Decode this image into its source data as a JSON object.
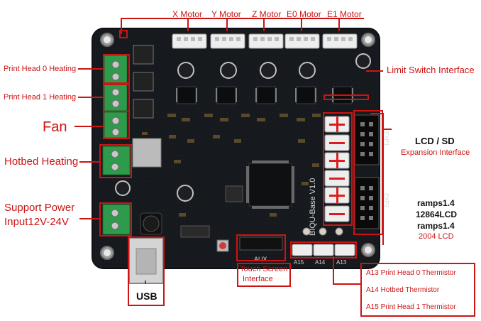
{
  "motors": {
    "x": "X Motor",
    "y": "Y Motor",
    "z": "Z Motor",
    "e0": "E0 Motor",
    "e1": "E1 Motor"
  },
  "left_labels": {
    "head0": "Print Head 0 Heating",
    "head1": "Print Head 1 Heating",
    "fan": "Fan",
    "hotbed": "Hotbed Heating",
    "power_1": "Support Power",
    "power_2": "Input12V-24V"
  },
  "right_labels": {
    "limit": "Limit Switch Interface",
    "lcd_title": "LCD / SD",
    "lcd_sub": "Expansion Interface",
    "ramps1": "ramps1.4",
    "lcd12864": "12864LCD",
    "ramps2": "ramps1.4",
    "lcd2004": "2004 LCD"
  },
  "bottom_labels": {
    "usb": "USB",
    "touch_1": "Touch Screen",
    "touch_2": "Interface",
    "a13": "A13 Print Head 0 Thermistor",
    "a14": "A14 Hotbed Thermistor",
    "a15": "A15 Print Head 1 Thermistor"
  },
  "board": {
    "brand": "BIQU-Base V1.0",
    "aux": "AUX",
    "a15": "A15",
    "a14": "A14",
    "a13": "A13",
    "exp1": "EXP1",
    "exp2": "EXP2"
  },
  "colors": {
    "accent": "#cc1414",
    "board": "#16191d",
    "terminal": "#2e9a4c"
  }
}
